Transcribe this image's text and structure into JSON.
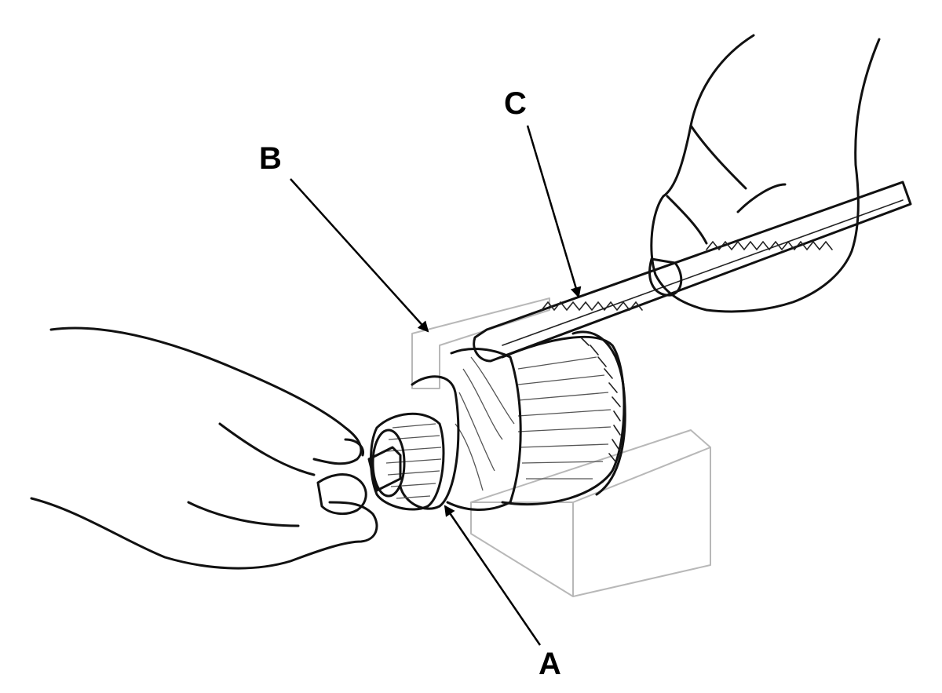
{
  "labels": {
    "a": "A",
    "b": "B",
    "c": "C"
  },
  "colors": {
    "ink": "#111111",
    "support_block": "#b8b8b8",
    "background": "#ffffff"
  }
}
